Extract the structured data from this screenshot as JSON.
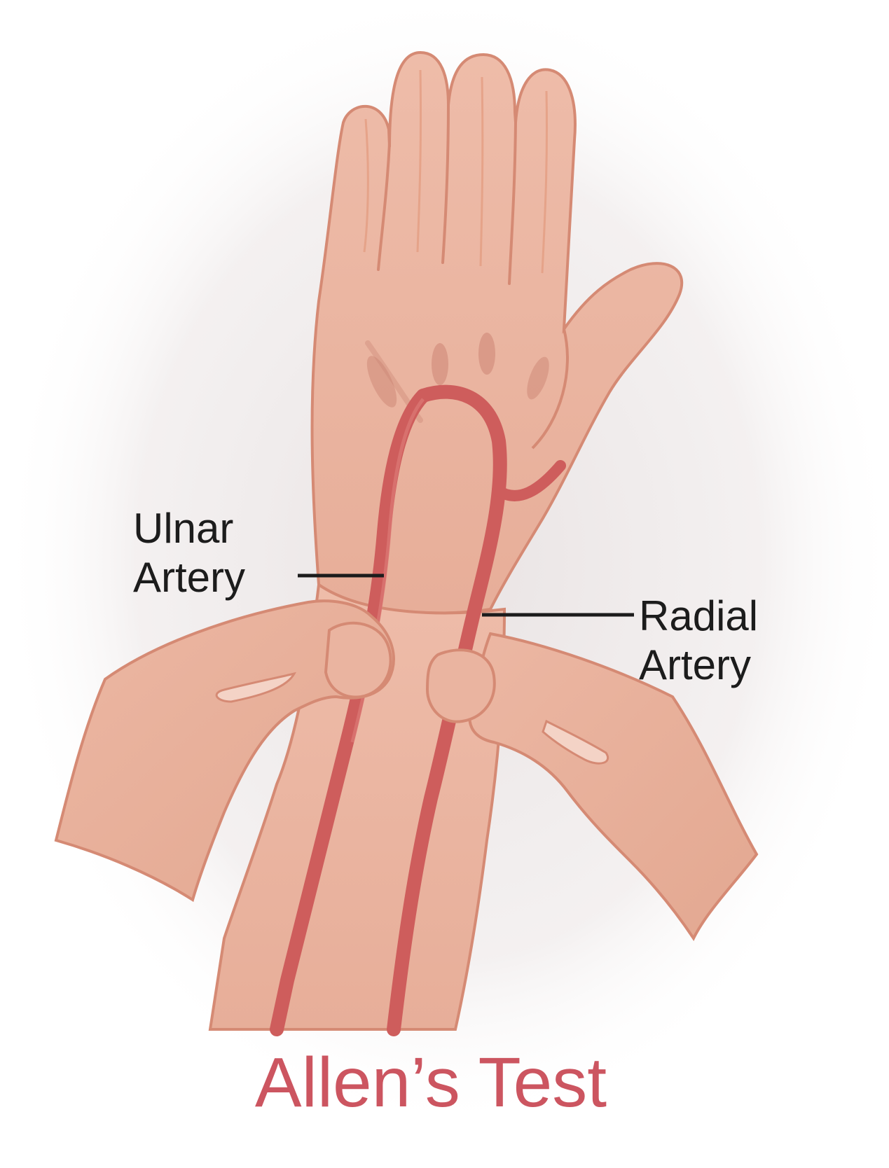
{
  "labels": {
    "ulnar_line1": "Ulnar",
    "ulnar_line2": "Artery",
    "radial_line1": "Radial",
    "radial_line2": "Artery"
  },
  "title": "Allen’s Test",
  "colors": {
    "skin_fill": "#E8B09C",
    "skin_outline": "#D58A74",
    "artery": "#CE5D5C",
    "title": "#CC5560",
    "label_text": "#1C1C1C"
  }
}
